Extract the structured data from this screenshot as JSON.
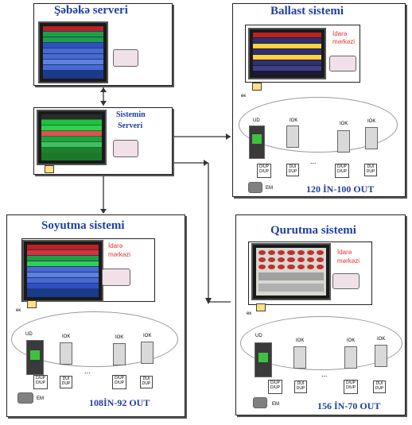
{
  "panels": {
    "network_server": {
      "title": "Şəbəkə serveri"
    },
    "system_server": {
      "title_line1": "Sistemin",
      "title_line2": "Serveri"
    },
    "ballast": {
      "title": "Ballast sistemi",
      "control_label_1": "İdarə",
      "control_label_2": "mərkəzi",
      "io_label": "120 İN-100 OUT"
    },
    "cooling": {
      "title": "Soyutma sistemi",
      "control_label_1": "İdarə",
      "control_label_2": "mərkəzi",
      "io_label": "108İN-92 OUT"
    },
    "drying": {
      "title": "Qurutma sistemi",
      "control_label_1": "İdarə",
      "control_label_2": "mərkəzi",
      "io_label": "156 İN-70 OUT"
    }
  },
  "device_labels": {
    "ek": "ек",
    "ud": "UD",
    "iok": "IOK",
    "dui_dup": "DUI\nDUP",
    "d_up": "D/UP\nD/UP",
    "dots": "...",
    "motor": "EM"
  },
  "colors": {
    "title_blue": "#1f3fa0",
    "label_red": "#e03030"
  }
}
